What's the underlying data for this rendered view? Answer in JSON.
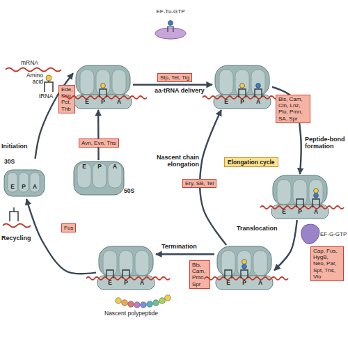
{
  "diagram": {
    "nodes": [
      {
        "text": [
          "EF-Tu-GTP"
        ]
      },
      {
        "text": [
          "Ede, Ksg, Pct, Thb"
        ]
      },
      {
        "text": [
          "E",
          "P",
          "A"
        ]
      },
      {
        "text": [
          "Stp, Tet, Tig"
        ]
      },
      {
        "text": [
          "E",
          "P",
          "A"
        ]
      },
      {
        "text": [
          "Bls, Cam, Cln, Lnz, Plu, Pmn, SA, Spr"
        ]
      },
      {
        "text": [
          "30S",
          "E",
          "P",
          "A"
        ]
      },
      {
        "text": [
          "E",
          "P",
          "A",
          "50S"
        ]
      },
      {
        "text": [
          "Avn, Evn, Ths"
        ]
      },
      {
        "text": [
          "Elongation cycle"
        ]
      },
      {
        "text": [
          "Ery, SB, Tel"
        ]
      },
      {
        "text": [
          "E",
          "P",
          "A"
        ]
      },
      {
        "text": [
          "EF-G-GTP"
        ]
      },
      {
        "text": [
          "Cap, Fus, HygB, Neo, Par, Spt, Ths, Vio"
        ]
      },
      {
        "text": [
          "Fus"
        ]
      },
      {
        "text": [
          "E",
          "P",
          "A"
        ]
      },
      {
        "text": [
          "Bls, Cam, Pmn, Spr"
        ]
      },
      {
        "text": [
          "E",
          "P",
          "A"
        ]
      }
    ],
    "edges": [
      {
        "from": 6,
        "to": 2,
        "label": "Initiation",
        "arrow": "to"
      },
      {
        "from": 7,
        "to": 2,
        "arrow": "to"
      },
      {
        "from": 2,
        "to": 4,
        "label": "aa-tRNA delivery",
        "arrow": "to"
      },
      {
        "from": 4,
        "to": 11,
        "label": "Peptide-bond formation",
        "arrow": "to"
      },
      {
        "from": 11,
        "to": 17,
        "label": "Translocation",
        "arrow": "to"
      },
      {
        "from": 17,
        "to": 4,
        "label": "Nascent chain elongation",
        "arrow": "to"
      },
      {
        "from": 17,
        "to": 15,
        "label": "Termination",
        "arrow": "to"
      },
      {
        "from": 15,
        "to": 6,
        "label": "Recycling",
        "arrow": "to"
      }
    ],
    "labels": [
      "mRNA",
      "Amino acid",
      "tRNA",
      "Nascent polypeptide"
    ]
  }
}
